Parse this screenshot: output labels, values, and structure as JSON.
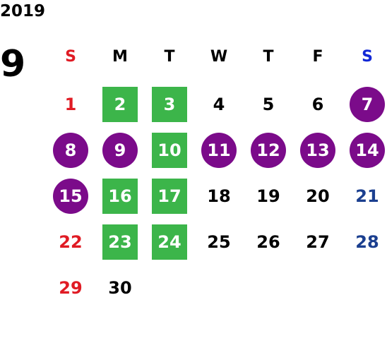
{
  "year": "2019",
  "month": "9",
  "weekdays": [
    "S",
    "M",
    "T",
    "W",
    "T",
    "F",
    "S"
  ],
  "colors": {
    "highlight_box": "#3cb54a",
    "highlight_circle": "#7b0b8a",
    "sunday": "#e01b24",
    "saturday": "#1b3f8f",
    "saturday_header": "#1228d6"
  },
  "days": [
    {
      "day": "1",
      "style": "none"
    },
    {
      "day": "2",
      "style": "box"
    },
    {
      "day": "3",
      "style": "box"
    },
    {
      "day": "4",
      "style": "none"
    },
    {
      "day": "5",
      "style": "none"
    },
    {
      "day": "6",
      "style": "none"
    },
    {
      "day": "7",
      "style": "circle"
    },
    {
      "day": "8",
      "style": "circle"
    },
    {
      "day": "9",
      "style": "circle"
    },
    {
      "day": "10",
      "style": "box"
    },
    {
      "day": "11",
      "style": "circle"
    },
    {
      "day": "12",
      "style": "circle"
    },
    {
      "day": "13",
      "style": "circle"
    },
    {
      "day": "14",
      "style": "circle"
    },
    {
      "day": "15",
      "style": "circle"
    },
    {
      "day": "16",
      "style": "box"
    },
    {
      "day": "17",
      "style": "box"
    },
    {
      "day": "18",
      "style": "none"
    },
    {
      "day": "19",
      "style": "none"
    },
    {
      "day": "20",
      "style": "none"
    },
    {
      "day": "21",
      "style": "none"
    },
    {
      "day": "22",
      "style": "none"
    },
    {
      "day": "23",
      "style": "box"
    },
    {
      "day": "24",
      "style": "box"
    },
    {
      "day": "25",
      "style": "none"
    },
    {
      "day": "26",
      "style": "none"
    },
    {
      "day": "27",
      "style": "none"
    },
    {
      "day": "28",
      "style": "none"
    },
    {
      "day": "29",
      "style": "none"
    },
    {
      "day": "30",
      "style": "none"
    }
  ]
}
